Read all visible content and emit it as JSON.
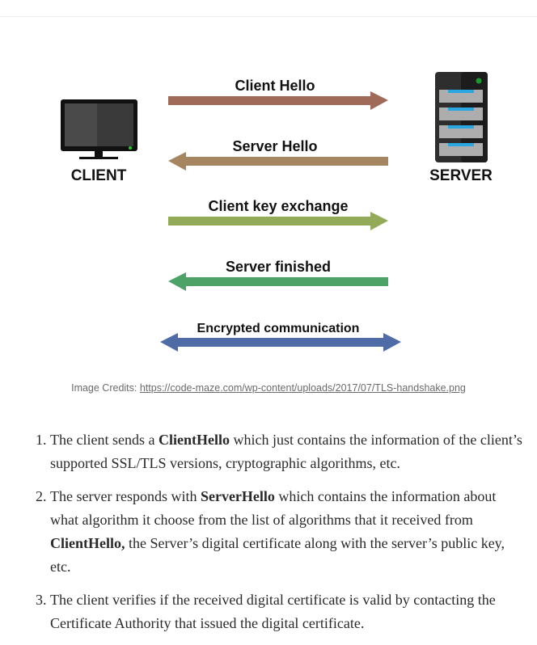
{
  "diagram": {
    "client_label": "CLIENT",
    "server_label": "SERVER",
    "arrows": [
      {
        "label": "Client Hello",
        "direction": "right",
        "color": "#a06a58"
      },
      {
        "label": "Server Hello",
        "direction": "left",
        "color": "#a58660"
      },
      {
        "label": "Client key exchange",
        "direction": "right",
        "color": "#93ab58"
      },
      {
        "label": "Server finished",
        "direction": "left",
        "color": "#4da267"
      },
      {
        "label": "Encrypted communication",
        "direction": "both",
        "color": "#4f6ca6"
      }
    ]
  },
  "credits": {
    "prefix": "Image Credits:",
    "url": "https://code-maze.com/wp-content/uploads/2017/07/TLS-handshake.png"
  },
  "steps": [
    {
      "a": "The client sends a ",
      "b1": "ClientHello",
      "c": " which just contains the information of the client’s supported SSL/TLS versions, cryptographic algorithms, etc."
    },
    {
      "a": "The server responds with ",
      "b1": "ServerHello",
      "c": " which contains the information about what algorithm it choose from the list of algorithms that it received from ",
      "b2": "ClientHello,",
      "d": " the Server’s digital certificate along with the server’s public key, etc."
    },
    {
      "a": "The client verifies if the received digital certificate is valid by contacting the Certificate Authority that issued the digital certificate."
    }
  ]
}
